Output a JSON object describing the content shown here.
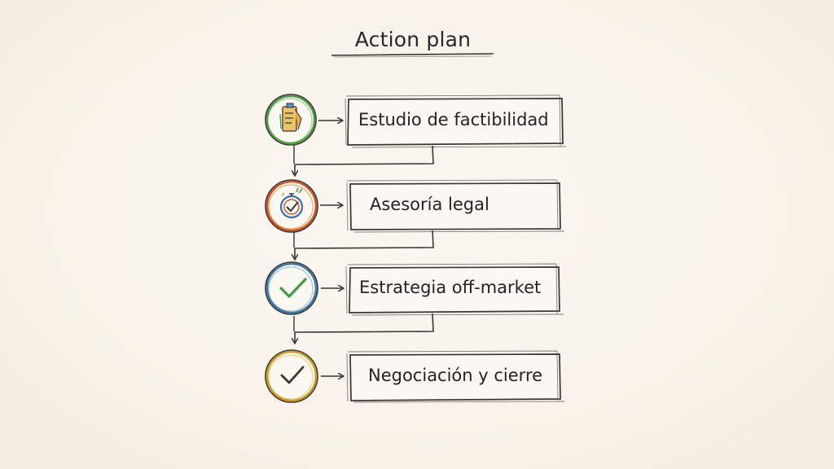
{
  "title": "Action plan",
  "steps": [
    {
      "label": "Estudio de factibilidad",
      "icon": "clipboard-icon",
      "ring_color": "#4f9a4a"
    },
    {
      "label": "Asesoría legal",
      "icon": "stopwatch-icon",
      "ring_color": "#c9542f"
    },
    {
      "label": "Estrategia off-market",
      "icon": "checkmark-icon",
      "ring_color": "#3f78a8"
    },
    {
      "label": "Negociación y cierre",
      "icon": "checkmark-icon",
      "ring_color": "#c99a2c"
    }
  ],
  "colors": {
    "ink": "#3a3531",
    "check_green": "#3f9a48",
    "check_dark": "#3a3531",
    "background": "#f8f3ec"
  }
}
